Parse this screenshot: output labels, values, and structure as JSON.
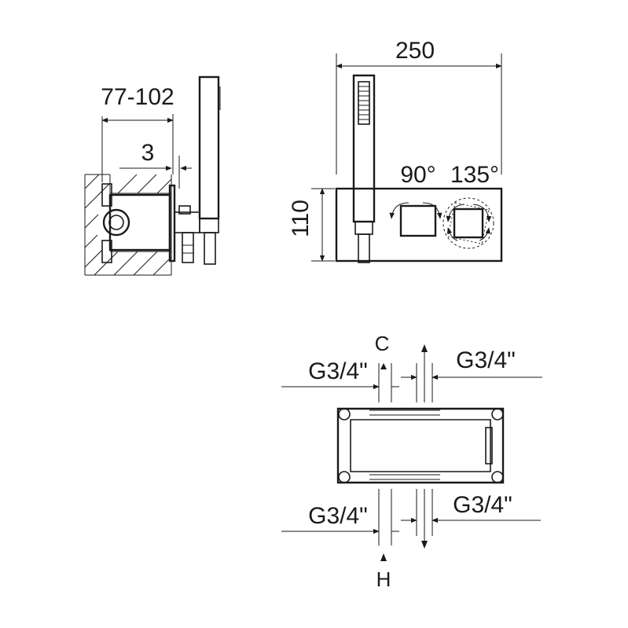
{
  "side_view": {
    "depth_range": "77-102",
    "offset": "3"
  },
  "front_view": {
    "width": "250",
    "height": "110",
    "angle_a": "90°",
    "angle_b": "135°"
  },
  "bottom_view": {
    "label_c": "C",
    "label_h": "H",
    "thread_top_left": "G3/4\"",
    "thread_top_right": "G3/4\"",
    "thread_bottom_left": "G3/4\"",
    "thread_bottom_right": "G3/4\""
  }
}
